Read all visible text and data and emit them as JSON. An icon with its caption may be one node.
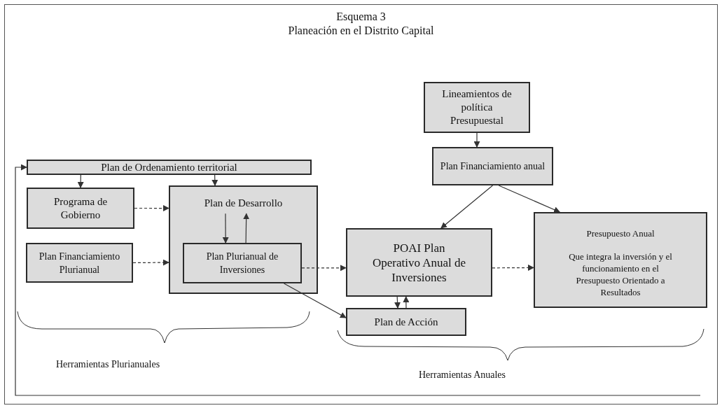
{
  "diagram": {
    "title": "Esquema 3",
    "nodes": [
      {
        "text": [
          "Lineamientos de política Presupuestal"
        ]
      },
      {
        "text": [
          "Plan de Ordenamiento territorial"
        ]
      },
      {
        "text": [
          "Programa de Gobierno"
        ]
      },
      {
        "text": [
          "Plan Financiamiento Plurianual"
        ]
      },
      {
        "text": [
          "Plan de Desarrollo"
        ]
      },
      {
        "text": [
          "Plan Plurianual de Inversiones"
        ],
        "in": 4
      },
      {
        "text": [
          "Plan Financiamiento anual"
        ]
      },
      {
        "text": [
          "POAI Plan Operativo Anual de Inversiones"
        ]
      },
      {
        "text": [
          "Presupuesto Anual",
          "Que integra la inversión y el funcionamiento en el Presupuesto Orientado a Resultados"
        ]
      },
      {
        "text": [
          "Plan de Acción"
        ]
      }
    ],
    "edges": [
      {
        "from": 0,
        "to": 6,
        "arrow": "to"
      },
      {
        "from": 1,
        "to": 2,
        "arrow": "to"
      },
      {
        "from": 1,
        "to": 4,
        "arrow": "to"
      },
      {
        "from": 2,
        "to": 4,
        "arrow": "to",
        "style": "dashed"
      },
      {
        "from": 3,
        "to": 4,
        "arrow": "to",
        "style": "dashed"
      },
      {
        "from": 4,
        "to": 5,
        "arrow": "to"
      },
      {
        "from": 5,
        "to": 4,
        "arrow": "to"
      },
      {
        "from": 5,
        "to": 7,
        "arrow": "to",
        "style": "dashed"
      },
      {
        "from": 5,
        "to": 9,
        "arrow": "to"
      },
      {
        "from": 6,
        "to": 7,
        "arrow": "to"
      },
      {
        "from": 6,
        "to": 8,
        "arrow": "to"
      },
      {
        "from": 7,
        "to": 8,
        "arrow": "to",
        "style": "dashed"
      },
      {
        "from": 7,
        "to": 9,
        "arrow": "to"
      },
      {
        "from": 9,
        "to": 7,
        "arrow": "to"
      },
      {
        "from": null,
        "to": 1,
        "arrow": "to"
      }
    ],
    "labels": [
      "Planeación en el Distrito Capital",
      "Herramientas Plurianuales",
      "Herramientas Anuales"
    ]
  }
}
